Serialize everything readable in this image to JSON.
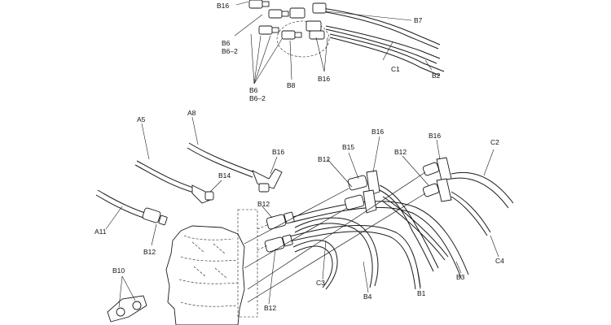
{
  "labels": {
    "b16_top": "B16",
    "b7": "B7",
    "b6_a": "B6",
    "b6_2_a": "B6–2",
    "c1": "C1",
    "b2": "B2",
    "b6_b": "B6",
    "b6_2_b": "B6–2",
    "b8": "B8",
    "b16_mid": "B16",
    "a5": "A5",
    "a8": "A8",
    "b16_a": "B16",
    "b14": "B14",
    "b16_b": "B16",
    "b15": "B15",
    "b12_a": "B12",
    "b16_c": "B16",
    "b12_b": "B12",
    "c2": "C2",
    "a11": "A11",
    "b12_c": "B12",
    "b12_d": "B12",
    "c4": "C4",
    "b3": "B3",
    "b10": "B10",
    "c3": "C3",
    "b4": "B4",
    "b1": "B1",
    "b12_e": "B12"
  }
}
